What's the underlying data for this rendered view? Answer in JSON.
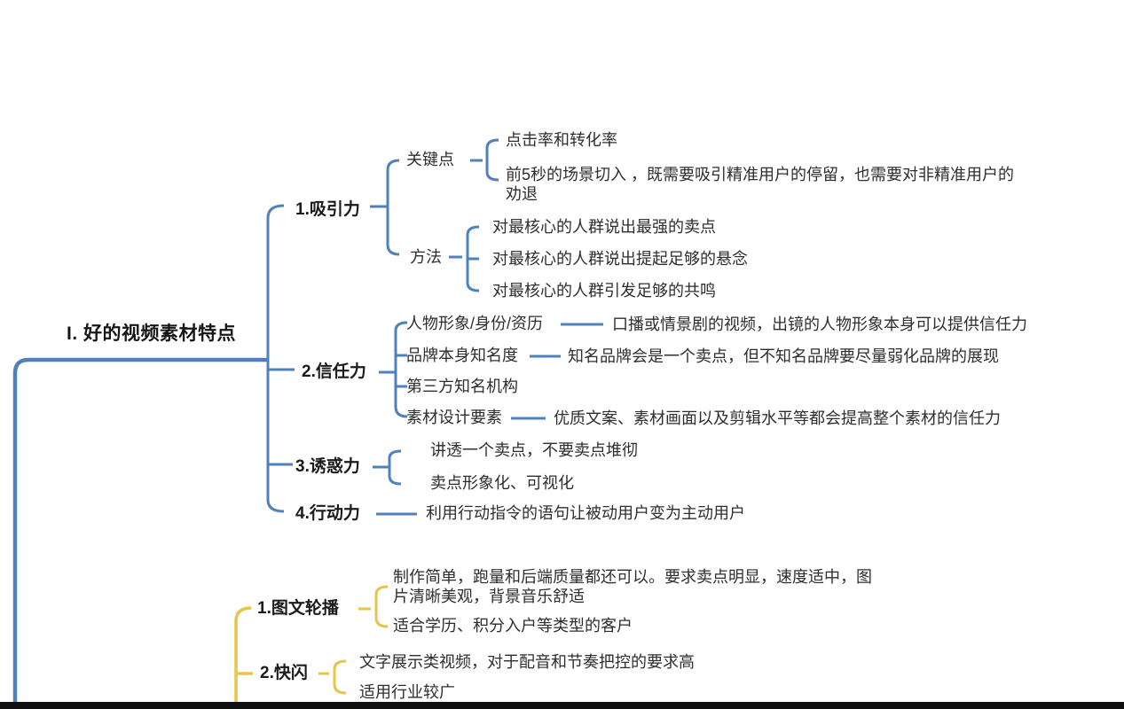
{
  "colors": {
    "branch1_line": "#4f81bd",
    "branch2_line": "#e8c44a",
    "text": "#2e2e2e",
    "bottom_bar": "#101010",
    "background": "#ffffff"
  },
  "mindmap": {
    "root": "I. 好的视频素材特点",
    "branches": [
      {
        "label": "1.吸引力",
        "children": [
          {
            "label": "关键点",
            "children": [
              {
                "label": "点击率和转化率"
              },
              {
                "label": "前5秒的场景切入 ，既需要吸引精准用户的停留，也需要对非精准用户的劝退"
              }
            ]
          },
          {
            "label": "方法",
            "children": [
              {
                "label": "对最核心的人群说出最强的卖点"
              },
              {
                "label": "对最核心的人群说出提起足够的悬念"
              },
              {
                "label": "对最核心的人群引发足够的共鸣"
              }
            ]
          }
        ]
      },
      {
        "label": "2.信任力",
        "children": [
          {
            "label": "人物形象/身份/资历",
            "note": "口播或情景剧的视频，出镜的人物形象本身可以提供信任力"
          },
          {
            "label": "品牌本身知名度",
            "note": "知名品牌会是一个卖点，但不知名品牌要尽量弱化品牌的展现"
          },
          {
            "label": "第三方知名机构"
          },
          {
            "label": "素材设计要素",
            "note": "优质文案、素材画面以及剪辑水平等都会提高整个素材的信任力"
          }
        ]
      },
      {
        "label": "3.诱惑力",
        "children": [
          {
            "label": "讲透一个卖点，不要卖点堆彻"
          },
          {
            "label": "卖点形象化、可视化"
          }
        ]
      },
      {
        "label": "4.行动力",
        "note": "利用行动指令的语句让被动用户变为主动用户"
      }
    ],
    "branches2": [
      {
        "label": "1.图文轮播",
        "children": [
          {
            "label": "制作简单，跑量和后端质量都还可以。要求卖点明显，速度适中，图片清晰美观，背景音乐舒适"
          },
          {
            "label": "适合学历、积分入户等类型的客户"
          }
        ]
      },
      {
        "label": "2.快闪",
        "children": [
          {
            "label": "文字展示类视频，对于配音和节奏把控的要求高"
          },
          {
            "label": "适用行业较广"
          }
        ]
      }
    ]
  }
}
